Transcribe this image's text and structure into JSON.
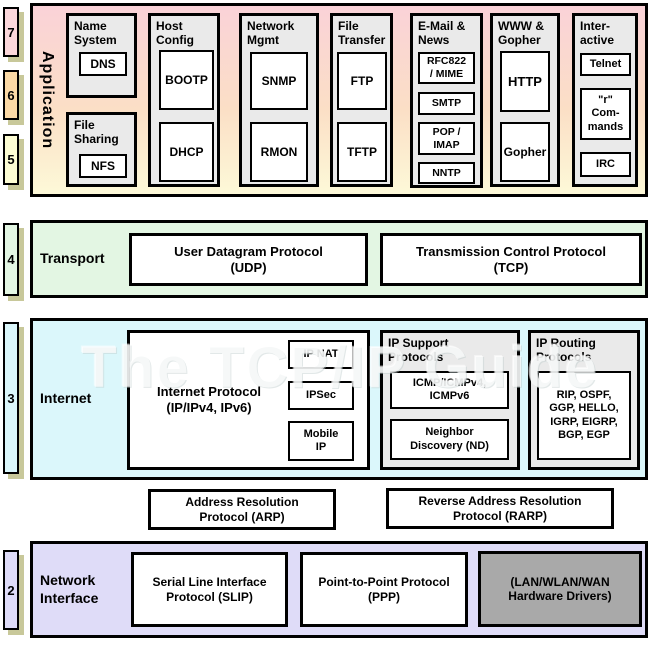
{
  "watermark": "The TCP/IP Guide",
  "colors": {
    "layer7_pink": "#fbd7db",
    "layer6_orange": "#fbd9a6",
    "layer5_cream": "#fdfdd4",
    "transport_green": "#e3f6e3",
    "internet_cyan": "#dbf7fb",
    "network_lavender": "#dfdcf8",
    "group_gray": "#eaeaea",
    "hardware_gray": "#a9a9a9",
    "shadow_tan": "#c8c89a"
  },
  "numbers": {
    "n7": "7",
    "n6": "6",
    "n5": "5",
    "n4": "4",
    "n3": "3",
    "n2": "2"
  },
  "application": {
    "label": "Application",
    "groups": [
      {
        "title": "Name\nSystem",
        "protocols": [
          "DNS"
        ]
      },
      {
        "title": "File\nSharing",
        "protocols": [
          "NFS"
        ]
      },
      {
        "title": "Host\nConfig",
        "protocols": [
          "BOOTP",
          "DHCP"
        ]
      },
      {
        "title": "Network\nMgmt",
        "protocols": [
          "SNMP",
          "RMON"
        ]
      },
      {
        "title": "File\nTransfer",
        "protocols": [
          "FTP",
          "TFTP"
        ]
      },
      {
        "title": "E-Mail &\nNews",
        "protocols": [
          "RFC822\n/ MIME",
          "SMTP",
          "POP /\nIMAP",
          "NNTP"
        ]
      },
      {
        "title": "WWW &\nGopher",
        "protocols": [
          "HTTP",
          "Gopher"
        ]
      },
      {
        "title": "Inter-\nactive",
        "protocols": [
          "Telnet",
          "\"r\"\nCom-\nmands",
          "IRC"
        ]
      }
    ]
  },
  "transport": {
    "label": "Transport",
    "udp": "User Datagram Protocol\n(UDP)",
    "tcp": "Transmission Control Protocol\n(TCP)"
  },
  "internet": {
    "label": "Internet",
    "ip": "Internet Protocol\n(IP/IPv4, IPv6)",
    "ip_nat": "IP NAT",
    "ipsec": "IPSec",
    "mobile_ip": "Mobile\nIP",
    "support": {
      "title": "IP Support\nProtocols",
      "icmp": "ICMP/ICMPv4,\nICMPv6",
      "nd": "Neighbor\nDiscovery (ND)"
    },
    "routing": {
      "title": "IP Routing\nProtocols",
      "list": "RIP, OSPF,\nGGP, HELLO,\nIGRP, EIGRP,\nBGP, EGP"
    }
  },
  "link_protocols": {
    "arp": "Address Resolution\nProtocol (ARP)",
    "rarp": "Reverse Address Resolution\nProtocol (RARP)"
  },
  "network_interface": {
    "label": "Network\nInterface",
    "slip": "Serial Line Interface\nProtocol (SLIP)",
    "ppp": "Point-to-Point Protocol\n(PPP)",
    "hardware": "(LAN/WLAN/WAN\nHardware Drivers)"
  }
}
